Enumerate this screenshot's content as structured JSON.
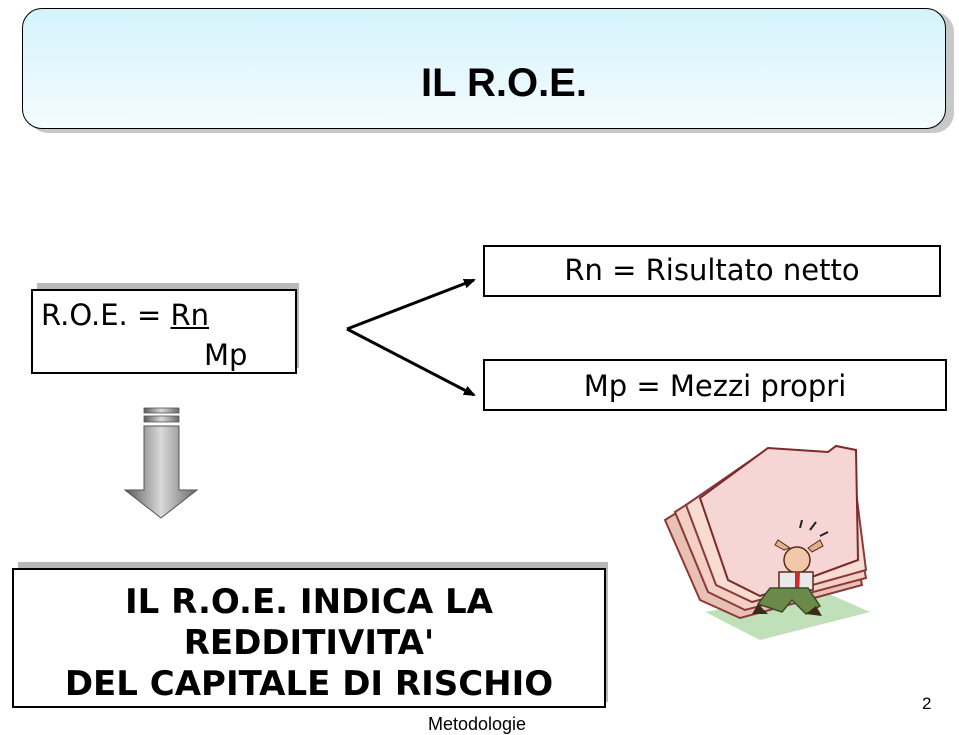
{
  "slide": {
    "title": "IL R.O.E.",
    "formula": {
      "lhs": "R.O.E. = ",
      "numerator": "Rn",
      "denominator": "Mp"
    },
    "definitions": {
      "rn": "Rn = Risultato netto",
      "mp": "Mp = Mezzi propri"
    },
    "conclusion": {
      "line1": "IL R.O.E. INDICA LA",
      "line2": "REDDITIVITA'",
      "line3": "DEL CAPITALE DI RISCHIO"
    },
    "page_number": "2",
    "footer": "Metodologie"
  },
  "colors": {
    "title_fill": "#d4f3fb",
    "arrow_gray": "#8c8c8c"
  },
  "icons": {
    "down_arrow": "down-arrow-icon",
    "clipart": "man-lifting-folders-illustration"
  }
}
